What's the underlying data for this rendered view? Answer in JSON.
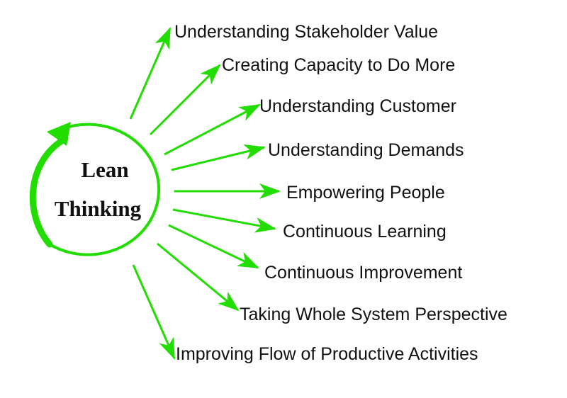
{
  "diagram": {
    "center": {
      "line1": "Lean",
      "line2": "Thinking"
    },
    "items": [
      {
        "label": "Understanding Stakeholder Value"
      },
      {
        "label": "Creating Capacity to Do More"
      },
      {
        "label": "Understanding Customer"
      },
      {
        "label": "Understanding Demands"
      },
      {
        "label": "Empowering People"
      },
      {
        "label": "Continuous Learning"
      },
      {
        "label": "Continuous Improvement"
      },
      {
        "label": "Taking Whole System Perspective"
      },
      {
        "label": "Improving Flow of Productive Activities"
      }
    ],
    "colors": {
      "accent": "#22dd00",
      "text": "#111111",
      "background": "#ffffff"
    }
  }
}
